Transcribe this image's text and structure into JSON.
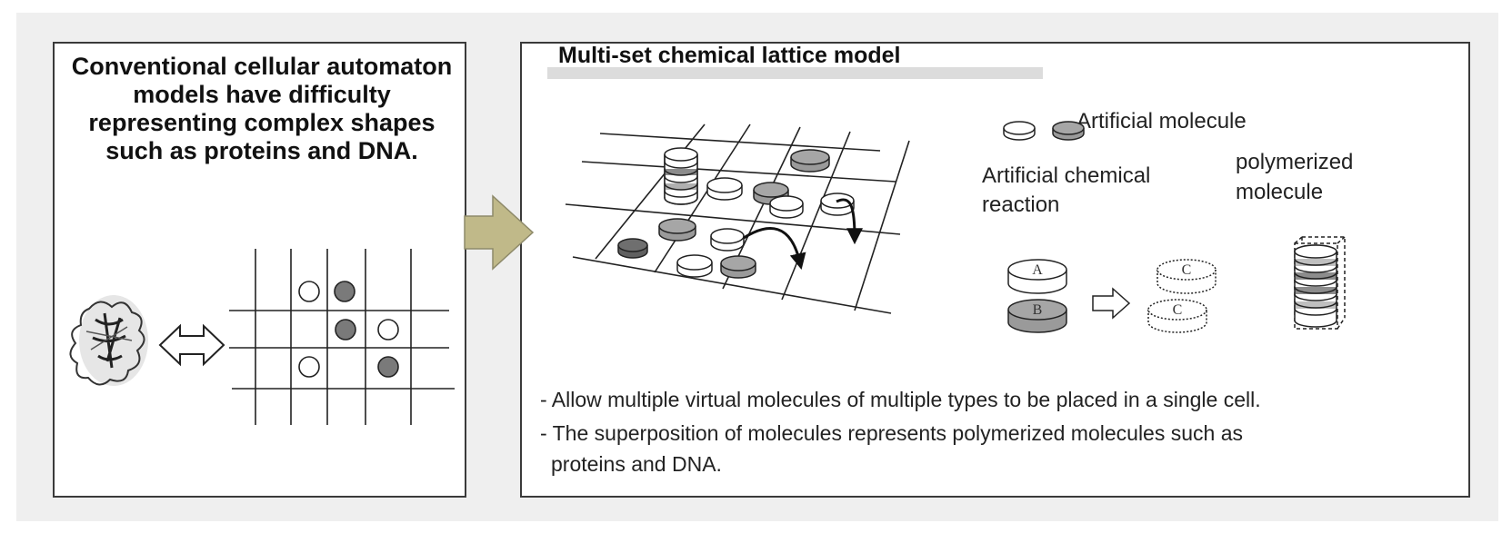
{
  "left_panel": {
    "text": "Conventional cellular automaton models have difficulty representing complex shapes such as proteins and DNA."
  },
  "right_panel": {
    "title": "Multi-set chemical lattice model",
    "legend_label": "Artificial molecule",
    "reaction_label_line1": "Artificial  chemical",
    "reaction_label_line2": "reaction",
    "polymer_label_line1": "polymerized",
    "polymer_label_line2": "molecule",
    "disc_labels": {
      "a": "A",
      "b": "B",
      "c1": "C",
      "c2": "C"
    },
    "bullets": [
      "- Allow multiple virtual molecules of multiple types to be placed in a single cell.",
      "- The superposition of molecules represents polymerized molecules such as",
      "  proteins and DNA."
    ]
  },
  "colors": {
    "panel_border": "#3a3a3a",
    "background": "#efefef",
    "gray_molecule": "#a6a6a6",
    "white_molecule": "#ffffff",
    "arrow_fill": "#c0b989",
    "dark_molecule": "#6f6f6f"
  }
}
